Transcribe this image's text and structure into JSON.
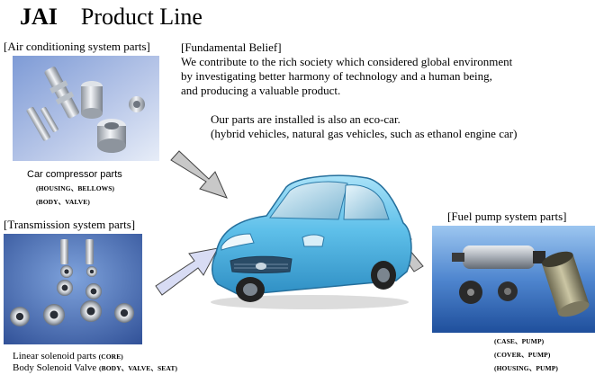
{
  "title": {
    "brand": "JAI",
    "text": "Product Line"
  },
  "belief": {
    "heading": "[Fundamental Belief]",
    "lines": [
      "We contribute to the rich society which considered global environment",
      "by investigating better harmony of technology and a human being,",
      "and producing a valuable product."
    ]
  },
  "eco": {
    "lines": [
      "Our parts are installed is also an eco-car.",
      "(hybrid vehicles, natural gas vehicles, such as ethanol engine car)"
    ]
  },
  "aircon": {
    "heading": "[Air conditioning system parts]",
    "caption": "Car compressor parts",
    "sub": [
      "(HOUSING、BELLOWS)",
      "(BODY、VALVE)"
    ]
  },
  "transmission": {
    "heading": "[Transmission system parts]",
    "line1_main": "Linear solenoid parts",
    "line1_sub": "(CORE)",
    "line2_main": "Body Solenoid Valve",
    "line2_sub": "(BODY、VALVE、SEAT)"
  },
  "fuel": {
    "heading": "[Fuel pump system parts]",
    "sub": [
      "(CASE、PUMP)",
      "(COVER、PUMP)",
      "(HOUSING、PUMP)"
    ]
  },
  "colors": {
    "car_body": "#5fc0ea",
    "arrow_fill": "#c8c8c8",
    "arrow_fill_blue": "#d8dcf4",
    "photo_bg_aircon": "#9fb4de",
    "photo_bg_trans": "#5a7fc0",
    "photo_bg_fuel": "#4f86cf"
  }
}
